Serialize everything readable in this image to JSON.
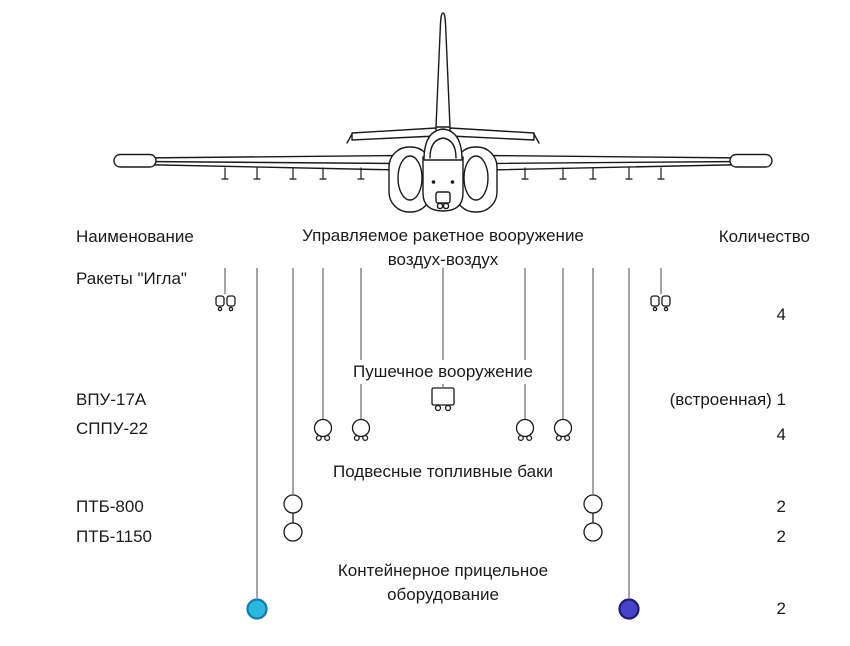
{
  "headers": {
    "name": "Наименование",
    "weapon_class_line1": "Управляемое ракетное вооружение",
    "weapon_class_line2": "воздух-воздух",
    "quantity": "Количество"
  },
  "sections": {
    "guns": "Пушечное вооружение",
    "fuel_tanks": "Подвесные топливные баки",
    "container_line1": "Контейнерное прицельное",
    "container_line2": "оборудование"
  },
  "items": {
    "igla": {
      "name": "Ракеты \"Игла\"",
      "qty": "4"
    },
    "vpu17a": {
      "name": "ВПУ-17А",
      "qty": "(встроенная) 1"
    },
    "sppu22": {
      "name": "СППУ-22",
      "qty": "4"
    },
    "ptb800": {
      "name": "ПТБ-800",
      "qty": "2"
    },
    "ptb1150": {
      "name": "ПТБ-1150",
      "qty": "2"
    },
    "container": {
      "qty": "2"
    }
  },
  "icons": {
    "igla": "igla-missile-icon",
    "gun_pod": "gun-pod-icon",
    "builtin_gun": "builtin-gun-icon",
    "fuel_tank": "fuel-tank-icon",
    "targeting_pod_left": "targeting-pod-icon-left",
    "targeting_pod_right": "targeting-pod-icon-right"
  },
  "colors": {
    "targeting_pod_left_fill": "#29b8de",
    "targeting_pod_left_ring": "#157ba8",
    "targeting_pod_right_fill": "#4443cb",
    "targeting_pod_right_ring": "#1c1c74",
    "station_line": "#4a4a4a",
    "outline": "#1a1a1a",
    "text": "#1b1b1b"
  }
}
